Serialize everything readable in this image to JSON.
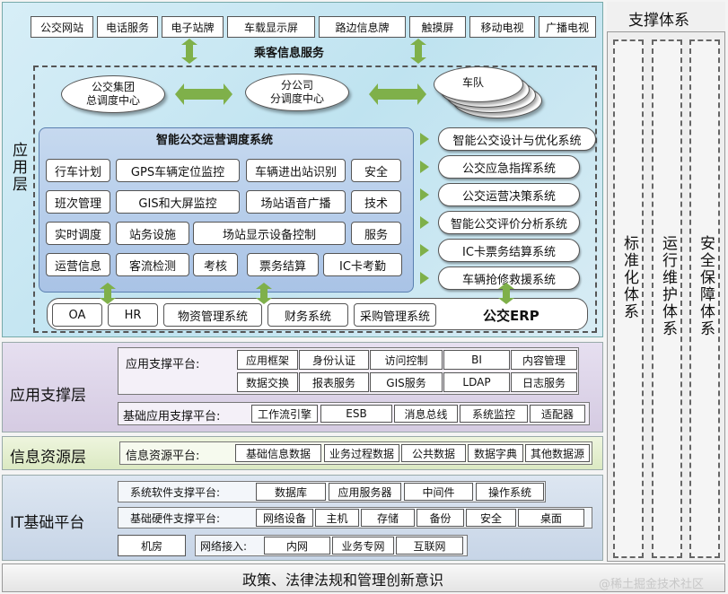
{
  "passenger": {
    "items": [
      "公交网站",
      "电话服务",
      "电子站牌",
      "车载显示屏",
      "路边信息牌",
      "触摸屏",
      "移动电视",
      "广播电视"
    ],
    "title": "乘客信息服务"
  },
  "support_system": {
    "title": "支撑体系",
    "columns": [
      "标准化体系",
      "运行维护体系",
      "安全保障体系"
    ]
  },
  "app_layer": {
    "title": "应用层",
    "centers": {
      "group": "公交集团\n总调度中心",
      "branch": "分公司\n分调度中心",
      "fleet": "车队"
    },
    "dispatch": {
      "title": "智能公交运营调度系统",
      "rows": [
        [
          "行车计划",
          "GPS车辆定位监控",
          "车辆进出站识别",
          "安全"
        ],
        [
          "班次管理",
          "GIS和大屏监控",
          "场站语音广播",
          "技术"
        ],
        [
          "实时调度",
          "站务设施",
          "场站显示设备控制",
          "服务"
        ],
        [
          "运营信息",
          "客流检测",
          "考核",
          "票务结算",
          "IC卡考勤"
        ]
      ]
    },
    "systems": [
      "智能公交设计与优化系统",
      "公交应急指挥系统",
      "公交运营决策系统",
      "智能公交评价分析系统",
      "IC卡票务结算系统",
      "车辆抢修救援系统"
    ],
    "erp": {
      "items": [
        "OA",
        "HR",
        "物资管理系统",
        "财务系统",
        "采购管理系统"
      ],
      "title": "公交ERP"
    }
  },
  "app_support": {
    "title": "应用支撑层",
    "platform_label": "应用支撑平台:",
    "row1": [
      "应用框架",
      "身份认证",
      "访问控制",
      "BI",
      "内容管理"
    ],
    "row2": [
      "数据交换",
      "报表服务",
      "GIS服务",
      "LDAP",
      "日志服务"
    ],
    "base_label": "基础应用支撑平台:",
    "base": [
      "工作流引擎",
      "ESB",
      "消息总线",
      "系统监控",
      "适配器"
    ]
  },
  "info_resource": {
    "title": "信息资源层",
    "platform_label": "信息资源平台:",
    "items": [
      "基础信息数据",
      "业务过程数据",
      "公共数据",
      "数据字典",
      "其他数据源"
    ]
  },
  "it_base": {
    "title": "IT基础平台",
    "software_label": "系统软件支撑平台:",
    "software": [
      "数据库",
      "应用服务器",
      "中间件",
      "操作系统"
    ],
    "hardware_label": "基础硬件支撑平台:",
    "hardware": [
      "网络设备",
      "主机",
      "存储",
      "备份",
      "安全",
      "桌面"
    ],
    "room": "机房",
    "network_label": "网络接入:",
    "network": [
      "内网",
      "业务专网",
      "互联网"
    ]
  },
  "footer": "政策、法律法规和管理创新意识",
  "watermark": "@稀土掘金技术社区",
  "colors": {
    "app_bg": "#bfe3f0",
    "support_bg": "#ddd5e6",
    "info_bg": "#e4efcf",
    "it_bg": "#cfdbe9",
    "dispatch_bg": "#b5cde9",
    "arrow": "#7fb04a"
  }
}
